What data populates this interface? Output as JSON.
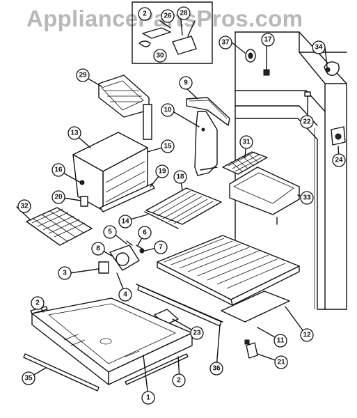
{
  "watermark": "AppliancePartsPros.com",
  "callouts": [
    {
      "id": "p1",
      "label": "1"
    },
    {
      "id": "p2a",
      "label": "2"
    },
    {
      "id": "p2b",
      "label": "2"
    },
    {
      "id": "p2c",
      "label": "2"
    },
    {
      "id": "p3",
      "label": "3"
    },
    {
      "id": "p4",
      "label": "4"
    },
    {
      "id": "p5",
      "label": "5"
    },
    {
      "id": "p6",
      "label": "6"
    },
    {
      "id": "p7",
      "label": "7"
    },
    {
      "id": "p8",
      "label": "8"
    },
    {
      "id": "p9",
      "label": "9"
    },
    {
      "id": "p10",
      "label": "10"
    },
    {
      "id": "p11",
      "label": "11"
    },
    {
      "id": "p12",
      "label": "12"
    },
    {
      "id": "p13",
      "label": "13"
    },
    {
      "id": "p14",
      "label": "14"
    },
    {
      "id": "p15",
      "label": "15"
    },
    {
      "id": "p16",
      "label": "16"
    },
    {
      "id": "p17",
      "label": "17"
    },
    {
      "id": "p18",
      "label": "18"
    },
    {
      "id": "p19",
      "label": "19"
    },
    {
      "id": "p20",
      "label": "20"
    },
    {
      "id": "p21",
      "label": "21"
    },
    {
      "id": "p22",
      "label": "22"
    },
    {
      "id": "p23",
      "label": "23"
    },
    {
      "id": "p24",
      "label": "24"
    },
    {
      "id": "p26",
      "label": "26"
    },
    {
      "id": "p28",
      "label": "28"
    },
    {
      "id": "p29",
      "label": "29"
    },
    {
      "id": "p30",
      "label": "30"
    },
    {
      "id": "p31",
      "label": "31"
    },
    {
      "id": "p32",
      "label": "32"
    },
    {
      "id": "p33",
      "label": "33"
    },
    {
      "id": "p34",
      "label": "34"
    },
    {
      "id": "p35",
      "label": "35"
    },
    {
      "id": "p36",
      "label": "36"
    },
    {
      "id": "p37",
      "label": "37"
    }
  ]
}
